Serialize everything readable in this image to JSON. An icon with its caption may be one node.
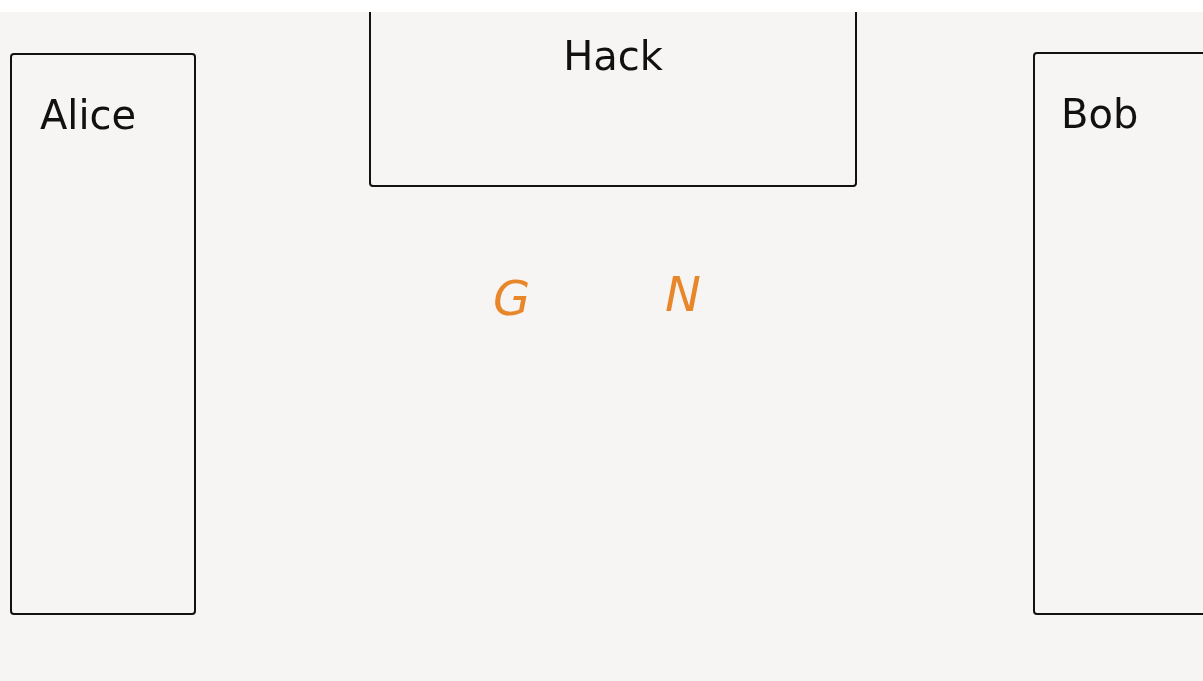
{
  "diagram": {
    "nodes": [
      {
        "text": [
          "Alice"
        ]
      },
      {
        "text": [
          "Hack"
        ]
      },
      {
        "text": [
          "Bob"
        ]
      }
    ],
    "labels": [
      "G",
      "N"
    ]
  }
}
